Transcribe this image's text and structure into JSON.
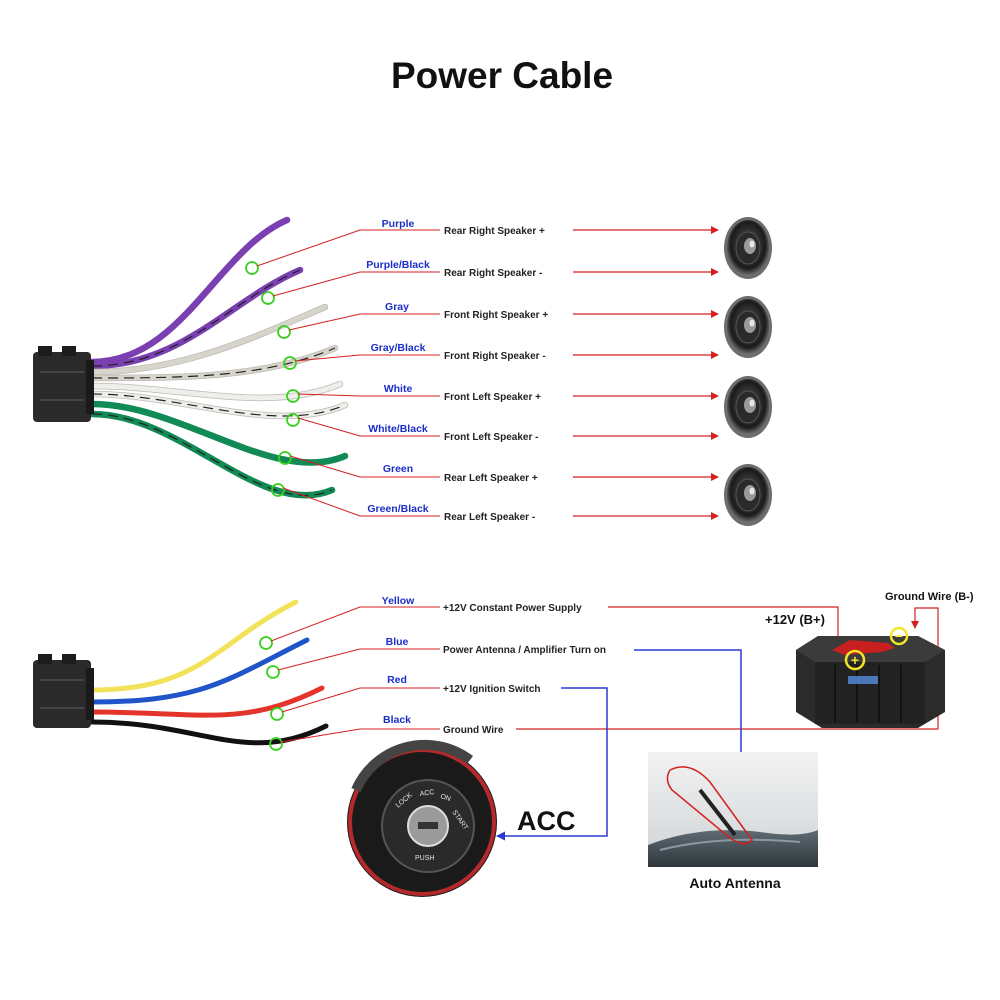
{
  "title": "Power Cable",
  "speaker_wires": [
    {
      "color_name": "Purple",
      "function": "Rear Right Speaker +",
      "wire_color": "#7a3fb0",
      "stripe": ""
    },
    {
      "color_name": "Purple/Black",
      "function": "Rear Right Speaker -",
      "wire_color": "#7a3fb0",
      "stripe": "#222222"
    },
    {
      "color_name": "Gray",
      "function": "Front Right Speaker +",
      "wire_color": "#d7d4cc",
      "stripe": ""
    },
    {
      "color_name": "Gray/Black",
      "function": "Front Right Speaker -",
      "wire_color": "#d7d4cc",
      "stripe": "#222222"
    },
    {
      "color_name": "White",
      "function": "Front Left Speaker +",
      "wire_color": "#eeeeea",
      "stripe": ""
    },
    {
      "color_name": "White/Black",
      "function": "Front Left Speaker -",
      "wire_color": "#eeeeea",
      "stripe": "#222222"
    },
    {
      "color_name": "Green",
      "function": "Rear Left Speaker +",
      "wire_color": "#118a55",
      "stripe": ""
    },
    {
      "color_name": "Green/Black",
      "function": "Rear Left Speaker -",
      "wire_color": "#118a55",
      "stripe": "#222222"
    }
  ],
  "power_wires": [
    {
      "color_name": "Yellow",
      "function": "+12V Constant Power Supply",
      "wire_color": "#f2e25a"
    },
    {
      "color_name": "Blue",
      "function": "Power Antenna / Amplifier Turn on",
      "wire_color": "#1f55c8"
    },
    {
      "color_name": "Red",
      "function": "+12V  Ignition Switch",
      "wire_color": "#e3342b"
    },
    {
      "color_name": "Black",
      "function": "Ground Wire",
      "wire_color": "#111111"
    }
  ],
  "battery": {
    "positive_label": "+12V  (B+)",
    "ground_label": "Ground Wire (B-)",
    "plus_symbol": "+",
    "minus_symbol": "−"
  },
  "acc_label": "ACC",
  "ignition_labels": [
    "LOCK",
    "ACC",
    "ON",
    "START",
    "PUSH"
  ],
  "antenna_label": "Auto Antenna",
  "colors": {
    "label_blue": "#1a2fc9",
    "arrow_red": "#d42020",
    "arrow_blue": "#2a3ad0",
    "marker_green": "#39d11f",
    "connector": "#2a2a2a"
  }
}
